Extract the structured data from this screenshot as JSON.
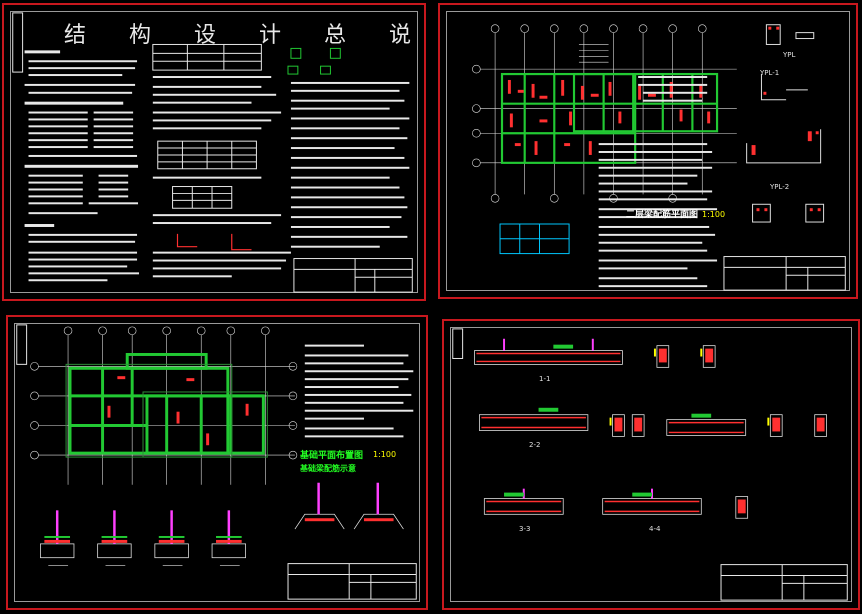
{
  "sheets": [
    {
      "id": "sheet-general-notes",
      "title": "结 构 设 计 总 说 明"
    },
    {
      "id": "sheet-beam-plan",
      "sub_title": "二层梁配筋平面图",
      "scale": "1:100",
      "detail_labels": [
        "YPL",
        "YPL-1",
        "YPL-2"
      ]
    },
    {
      "id": "sheet-foundation-plan",
      "sub_title": "基础平面布置图",
      "scale": "1:100",
      "sub_title_2": "基础梁配筋示意"
    },
    {
      "id": "sheet-beam-sections",
      "section_labels": [
        "1-1",
        "2-2",
        "3-3",
        "4-4"
      ]
    }
  ],
  "colors": {
    "frame": "#c8181e",
    "background": "#000000",
    "grid_axis": "#e0e0e0",
    "beam_green": "#22c933",
    "rebar_red": "#ff3030",
    "text_yellow": "#ffff00",
    "magenta": "#ff40ff",
    "cyan": "#00c8ff"
  }
}
